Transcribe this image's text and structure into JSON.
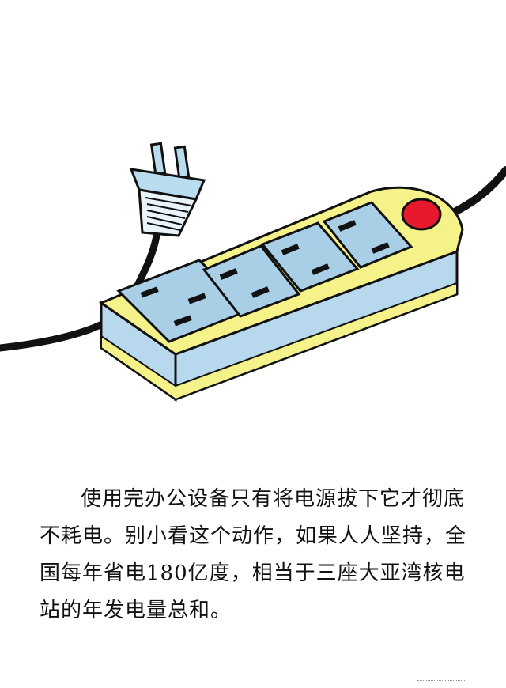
{
  "caption": {
    "text": "使用完办公设备只有将电源拔下它才彻底不耗电。别小看这个动作，如果人人坚持，全国每年省电180亿度，相当于三座大亚湾核电站的年发电量总和。"
  },
  "illustration": {
    "subject": "power-strip-with-unplugged-plug",
    "colors": {
      "strip_top": "#f6f28a",
      "strip_side": "#b8d8ee",
      "socket_face": "#a9cfe7",
      "switch": "#e8192c",
      "cable": "#111111",
      "outline": "#111111",
      "plug_body": "#b9dcef"
    },
    "socket_count": 4
  }
}
